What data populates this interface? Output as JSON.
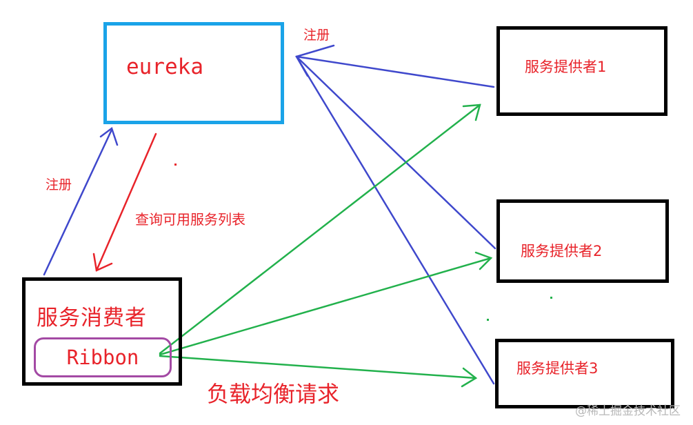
{
  "nodes": {
    "eureka": "eureka",
    "provider_1": "服务提供者1",
    "provider_2": "服务提供者2",
    "provider_3": "服务提供者3",
    "consumer": "服务消费者",
    "ribbon": "Ribbon"
  },
  "edge_labels": {
    "register_top": "注册",
    "register_left": "注册",
    "query_services": "查询可用服务列表",
    "load_balance": "负载均衡请求"
  },
  "watermark": "@稀土掘金技术社区",
  "colors": {
    "eureka_border": "#1aa3e8",
    "box_border": "#000000",
    "ribbon_border": "#a349a4",
    "text": "#e8232a",
    "register_arrow": "#3f48cc",
    "query_arrow": "#e8232a",
    "request_arrow": "#22b14c"
  }
}
